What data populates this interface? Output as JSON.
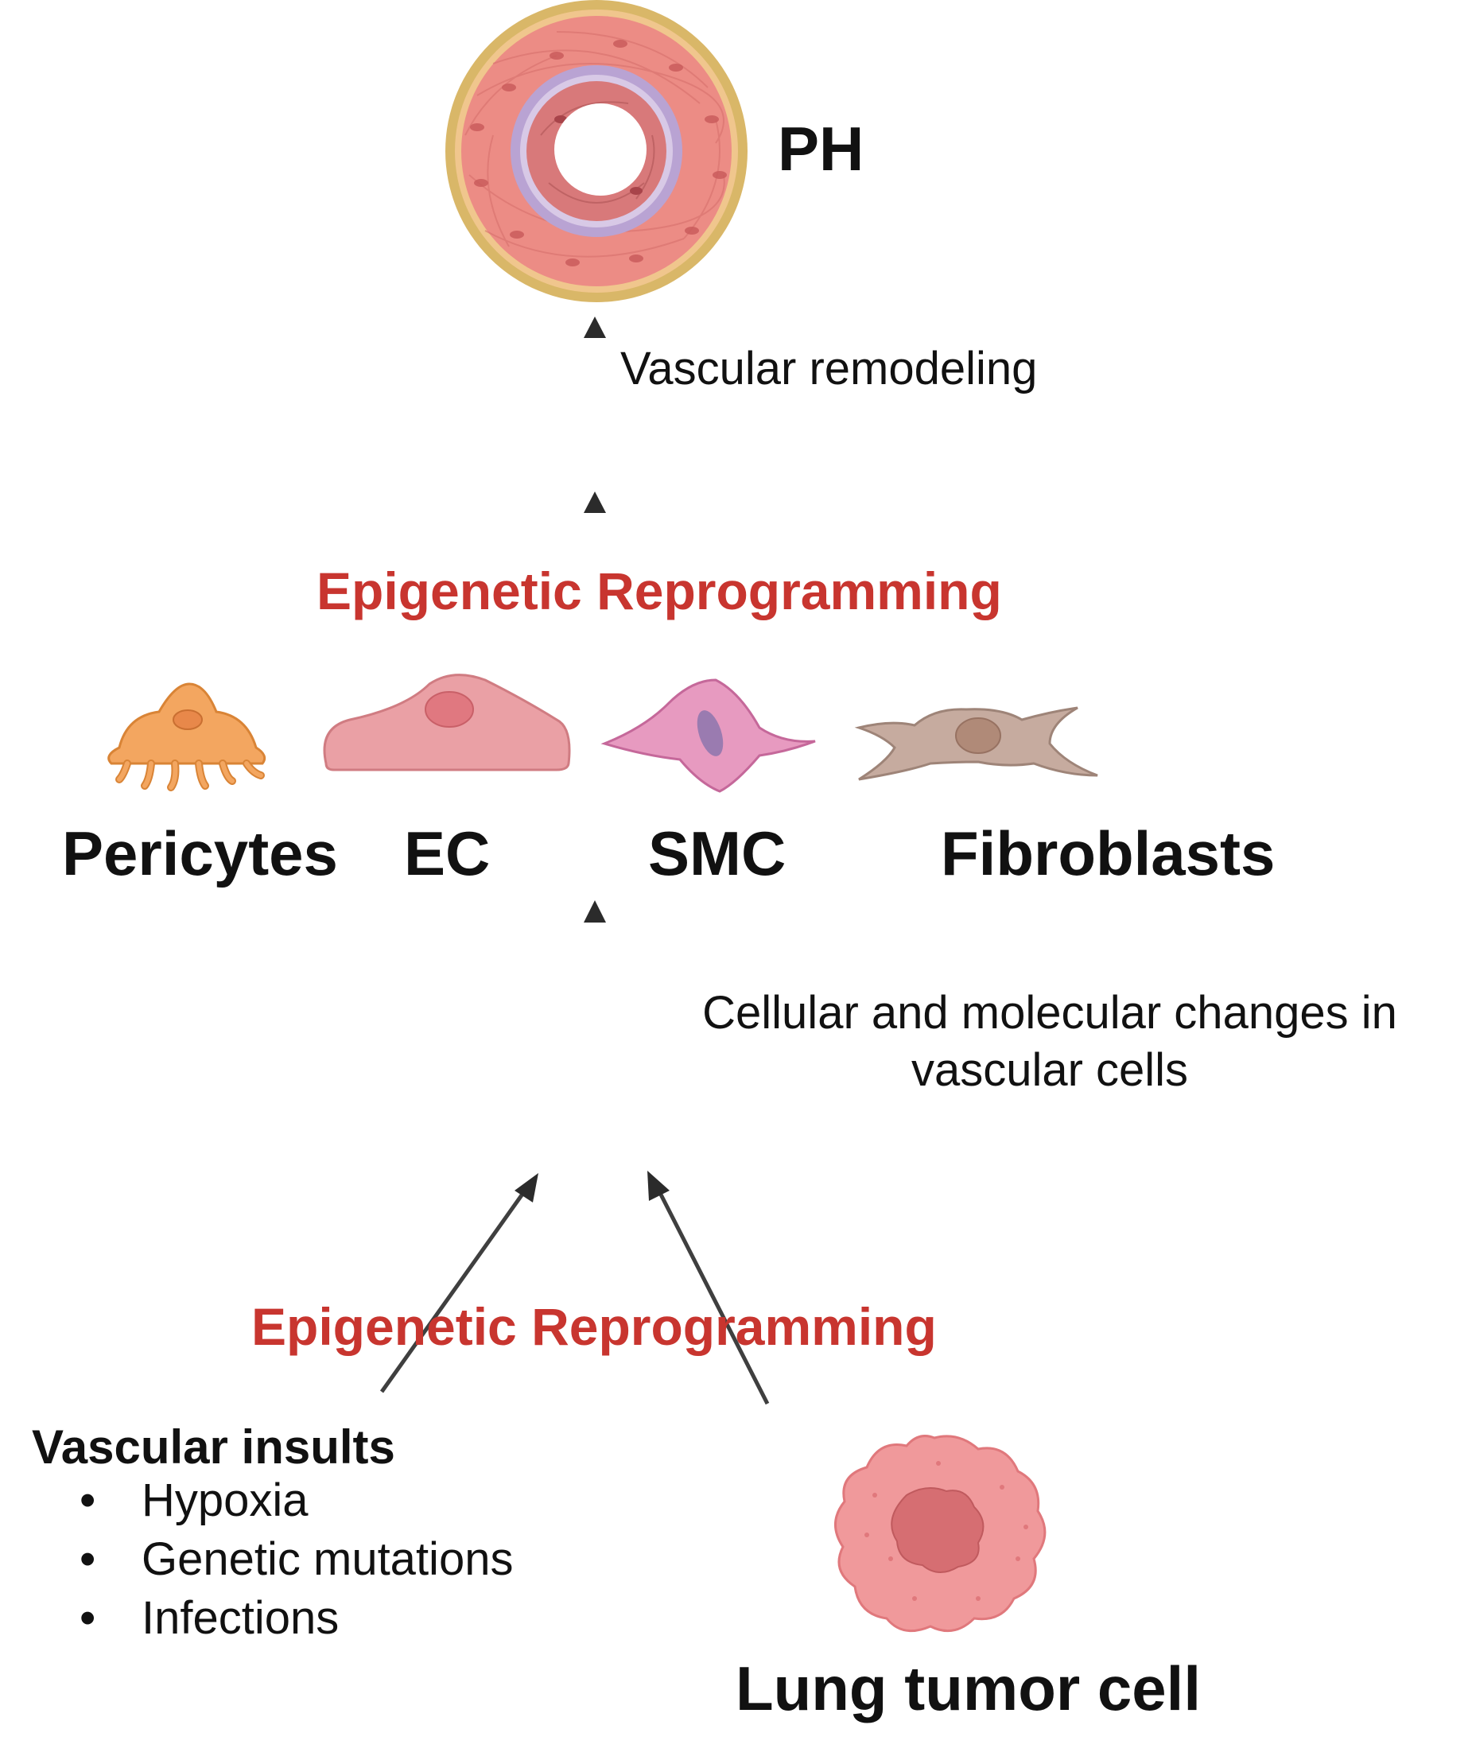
{
  "labels": {
    "ph": "PH",
    "vascular_remodeling": "Vascular remodeling",
    "epigenetic_upper": "Epigenetic Reprogramming",
    "cells": {
      "pericytes": "Pericytes",
      "ec": "EC",
      "smc": "SMC",
      "fibroblasts": "Fibroblasts"
    },
    "cellular_changes_line1": "Cellular and molecular changes in",
    "cellular_changes_line2": "vascular cells",
    "epigenetic_lower": "Epigenetic Reprogramming",
    "vascular_insults_title": "Vascular insults",
    "vascular_insults_items": [
      "Hypoxia",
      "Genetic mutations",
      "Infections"
    ],
    "lung_tumor_cell": "Lung tumor cell"
  },
  "colors": {
    "epigenetic_red": "#c8352f",
    "text": "#111111",
    "arrow": "#2b2b2b",
    "vessel_outer": "#d9b768",
    "vessel_wall": "#ec8c85",
    "vessel_intima": "#b9a3d3",
    "pericyte": "#f3a660",
    "ec": "#eaa0a5",
    "smc": "#e79ac0",
    "fibroblast": "#c6ab9f",
    "tumor": "#f0999b"
  },
  "icons": [
    "vessel-cross-section-icon",
    "pericyte-icon",
    "endothelial-cell-icon",
    "smooth-muscle-cell-icon",
    "fibroblast-icon",
    "tumor-cell-icon"
  ]
}
